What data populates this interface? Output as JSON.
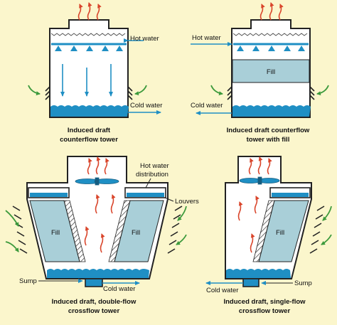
{
  "colors": {
    "background": "#fbf6cc",
    "tower_fill": "#ffffff",
    "outline": "#222222",
    "water": "#1f8fc4",
    "fill_media": "#a9cfd8",
    "flow_arrow": "#1f8fc4",
    "heat_arrow": "#d9452b",
    "air_arrow": "#3c9a3c"
  },
  "towers": [
    {
      "caption_line1": "Induced draft",
      "caption_line2": "counterflow  tower",
      "labels": {
        "hot_water": "Hot water",
        "cold_water": "Cold water"
      }
    },
    {
      "caption_line1": "Induced draft counterflow",
      "caption_line2": "tower with fill",
      "labels": {
        "hot_water": "Hot water",
        "cold_water": "Cold water",
        "fill": "Fill"
      }
    },
    {
      "caption_line1": "Induced draft, double-flow",
      "caption_line2": "crossflow tower",
      "labels": {
        "hot_water_line1": "Hot water",
        "hot_water_line2": "distribution",
        "louvers": "Louvers",
        "fill_left": "Fill",
        "fill_right": "Fill",
        "sump": "Sump",
        "cold_water": "Cold water"
      }
    },
    {
      "caption_line1": "Induced draft, single-flow",
      "caption_line2": "crossflow tower",
      "labels": {
        "fill": "Fill",
        "sump": "Sump",
        "cold_water": "Cold water"
      }
    }
  ]
}
